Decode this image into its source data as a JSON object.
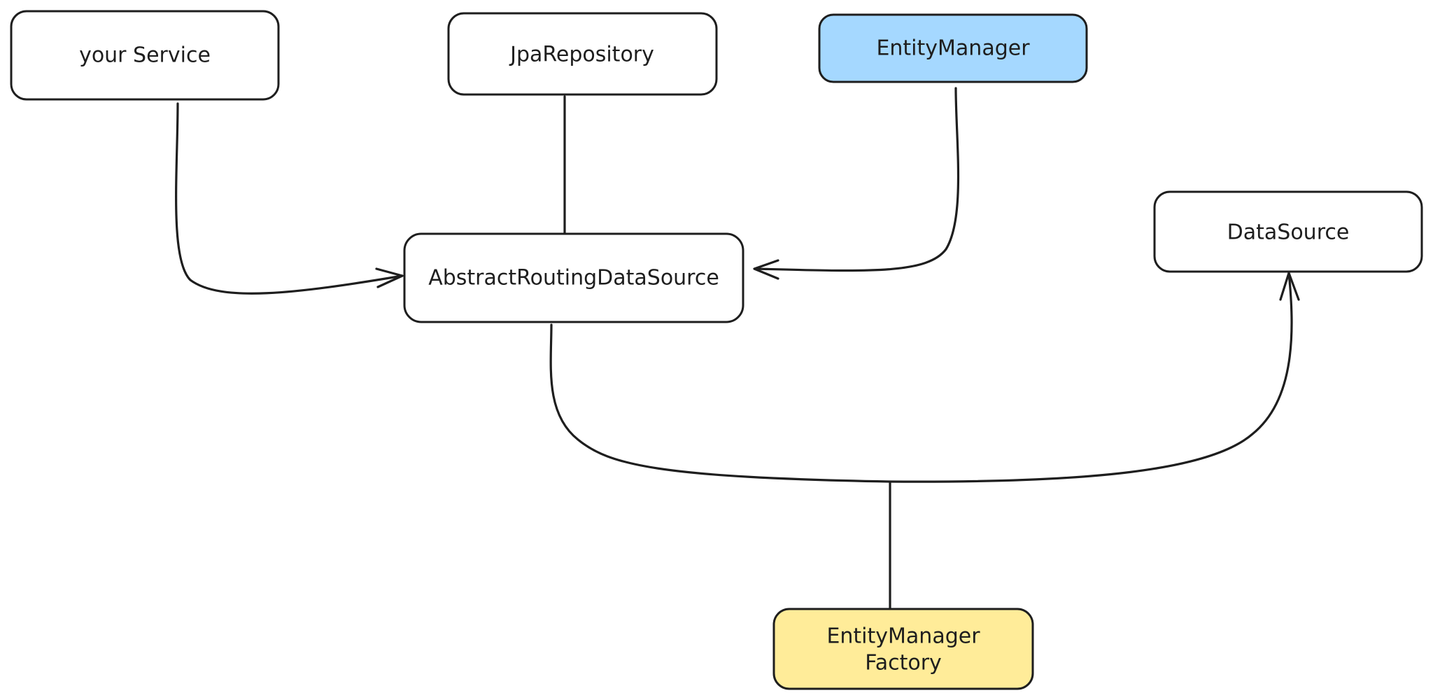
{
  "nodes": {
    "your_service": {
      "label": "your Service",
      "fill": "#ffffff"
    },
    "jpa_repository": {
      "label": "JpaRepository",
      "fill": "#ffffff"
    },
    "entity_manager": {
      "label": "EntityManager",
      "fill": "#a5d8ff"
    },
    "routing_datasource": {
      "label": "AbstractRoutingDataSource",
      "fill": "#ffffff"
    },
    "datasource": {
      "label": "DataSource",
      "fill": "#ffffff"
    },
    "emf": {
      "label_line1": "EntityManager",
      "label_line2": "Factory",
      "fill": "#ffec99"
    }
  },
  "edges": [
    {
      "from": "your_service",
      "to": "routing_datasource",
      "arrow": true
    },
    {
      "from": "jpa_repository",
      "to": "routing_datasource",
      "arrow": false
    },
    {
      "from": "entity_manager",
      "to": "routing_datasource",
      "arrow": true
    },
    {
      "from": "routing_datasource",
      "to": "datasource",
      "arrow": true
    },
    {
      "from": "emf",
      "to": "routing_datasource",
      "arrow": false
    }
  ],
  "colors": {
    "stroke": "#1e1e1e",
    "background": "#ffffff"
  }
}
